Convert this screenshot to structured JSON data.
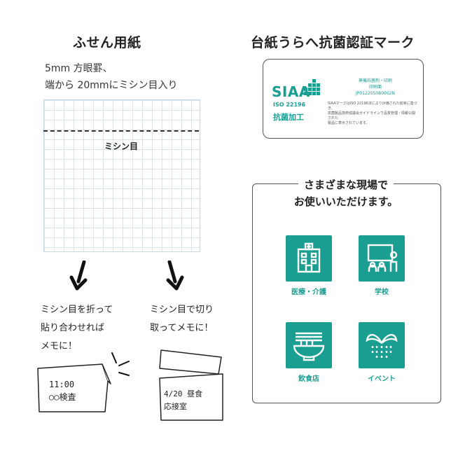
{
  "left": {
    "title": "ふせん用紙",
    "desc_line1": "5mm 方眼罫、",
    "desc_line2": "端から 20mmにミシン目入り",
    "perforation_label": "ミシン目",
    "caption_left_1": "ミシン目を折って",
    "caption_left_2": "貼り合わせれば",
    "caption_left_3": "メモに！",
    "caption_right_1": "ミシン目で切り",
    "caption_right_2": "取ってメモに！",
    "note_left_1": "11:00",
    "note_left_2": "○○検査",
    "note_right_1": "4/20 昼食",
    "note_right_2": "応接室"
  },
  "right": {
    "title": "台紙うらへ抗菌認証マーク",
    "badge": {
      "siaa": "SIAA",
      "iso": "ISO 22196",
      "label": "抗菌加工",
      "info_1": "無機抗菌剤・印刷",
      "info_2": "印刷面",
      "info_3": "JP0122050B0002N",
      "fine_1": "SIAAマークはISO 22196法により評価された結果に基づき、",
      "fine_2": "抗菌製品技術協議会ガイドラインで品質管理・情報公開された",
      "fine_3": "製品に表示されています。"
    },
    "panel_title_1": "さまざまな現場で",
    "panel_title_2": "お使いいただけます。",
    "uses": [
      {
        "label": "医療・介護",
        "icon": "hospital-icon"
      },
      {
        "label": "学校",
        "icon": "classroom-icon"
      },
      {
        "label": "飲食店",
        "icon": "ramen-bowl-icon"
      },
      {
        "label": "イベント",
        "icon": "event-decoration-icon"
      }
    ]
  },
  "colors": {
    "accent": "#1a9e92",
    "grid": "#d6e4ee"
  }
}
